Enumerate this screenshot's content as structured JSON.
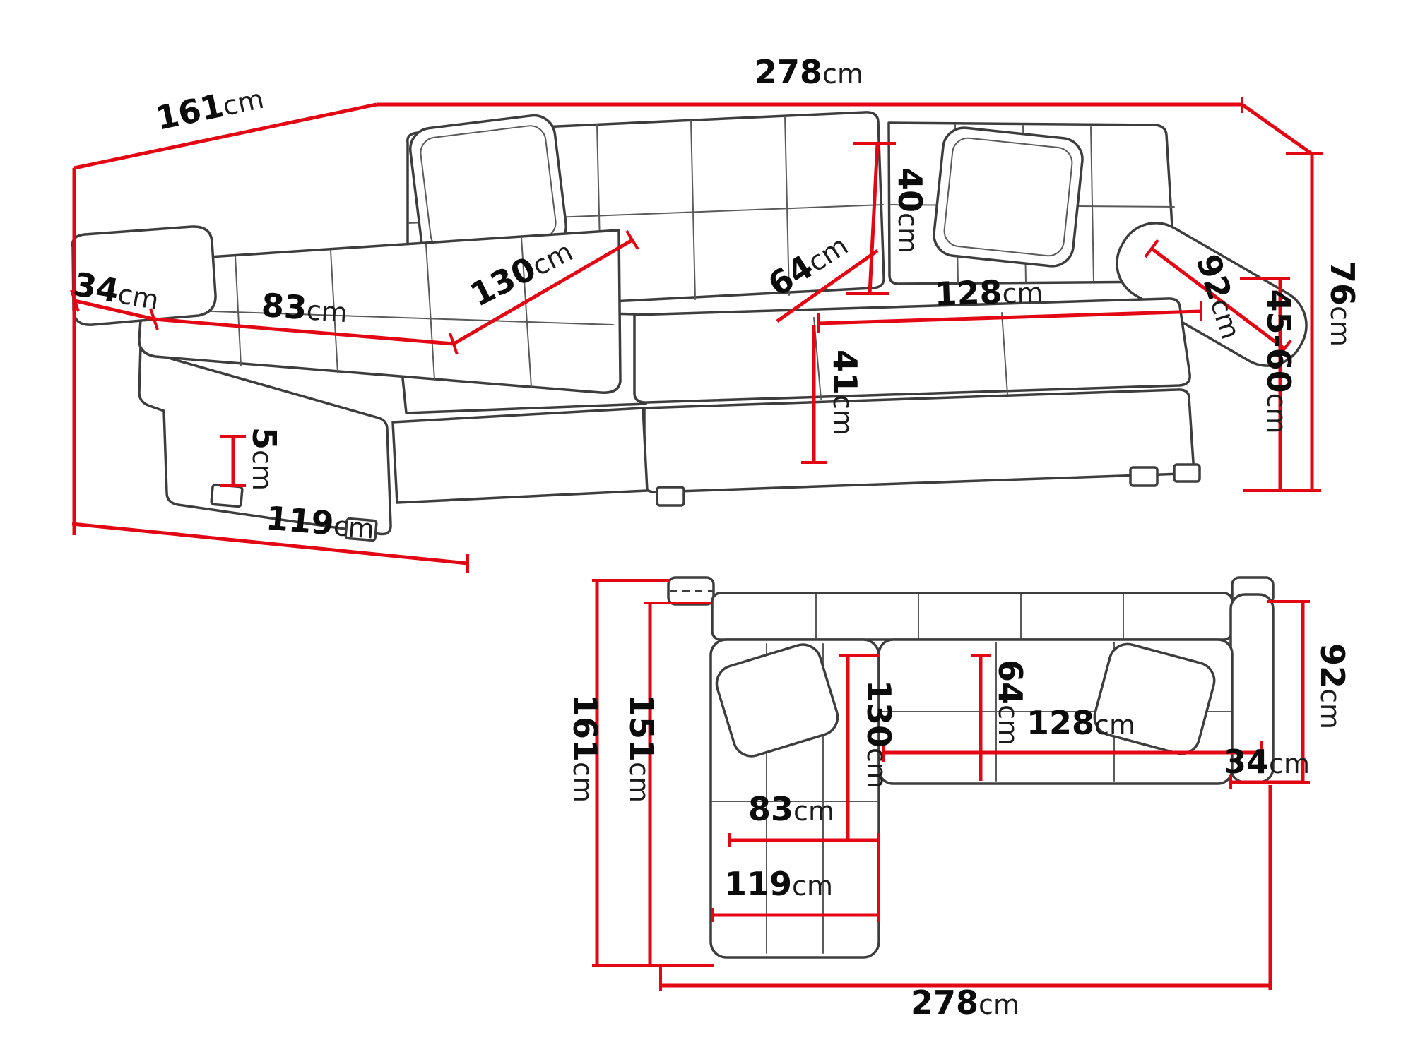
{
  "diagram": {
    "kind": "corner-sofa-dimensions",
    "unit": "cm",
    "accent_color": "#e30613",
    "outline_color": "#3d3d3d"
  },
  "perspective_view": {
    "total_width": {
      "v": "278",
      "u": "cm"
    },
    "total_depth": {
      "v": "161",
      "u": "cm"
    },
    "backrest_height": {
      "v": "40",
      "u": "cm"
    },
    "seat_depth": {
      "v": "64",
      "u": "cm"
    },
    "right_seat_width": {
      "v": "128",
      "u": "cm"
    },
    "armrest_length": {
      "v": "92",
      "u": "cm"
    },
    "total_height": {
      "v": "76",
      "u": "cm"
    },
    "seat_height": {
      "v": "45-60",
      "u": "cm"
    },
    "armrest_width": {
      "v": "34",
      "u": "cm"
    },
    "chaise_seat_width": {
      "v": "83",
      "u": "cm"
    },
    "chaise_length": {
      "v": "130",
      "u": "cm"
    },
    "base_height": {
      "v": "41",
      "u": "cm"
    },
    "leg_height": {
      "v": "5",
      "u": "cm"
    },
    "chaise_total_width": {
      "v": "119",
      "u": "cm"
    }
  },
  "plan_view": {
    "total_depth": {
      "v": "161",
      "u": "cm"
    },
    "sleeping_length": {
      "v": "151",
      "u": "cm"
    },
    "chaise_length": {
      "v": "130",
      "u": "cm"
    },
    "seat_depth": {
      "v": "64",
      "u": "cm"
    },
    "right_seat_width": {
      "v": "128",
      "u": "cm"
    },
    "armrest_width": {
      "v": "34",
      "u": "cm"
    },
    "armrest_length": {
      "v": "92",
      "u": "cm"
    },
    "chaise_seat_width": {
      "v": "83",
      "u": "cm"
    },
    "chaise_total_width": {
      "v": "119",
      "u": "cm"
    },
    "total_width": {
      "v": "278",
      "u": "cm"
    }
  }
}
